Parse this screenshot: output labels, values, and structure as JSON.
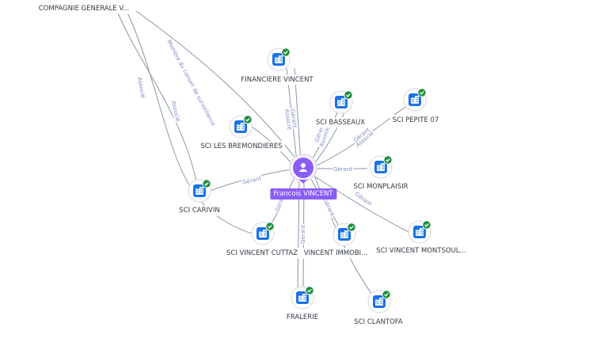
{
  "colors": {
    "company_icon": "#1a73e8",
    "check_badge": "#1e8e3e",
    "person": "#8b5cf6",
    "edge": "#8a96a8",
    "edge_label": "#7f8cc4"
  },
  "icons": {
    "company": "building-icon",
    "verified": "check-badge-icon",
    "person": "person-icon"
  },
  "person": {
    "label": "Francois VINCENT"
  },
  "companies": [
    {
      "id": "compagnie",
      "label": "COMPAGNIE GENERALE V..."
    },
    {
      "id": "financiere",
      "label": "FINANCIERE VINCENT"
    },
    {
      "id": "basseaux",
      "label": "SCI BASSEAUX"
    },
    {
      "id": "pepite",
      "label": "SCI PEPITE 07"
    },
    {
      "id": "bremondieres",
      "label": "SCI LES BREMONDIERES"
    },
    {
      "id": "monplaisir",
      "label": "SCI MONPLAISIR"
    },
    {
      "id": "carivin",
      "label": "SCI CARIVIN"
    },
    {
      "id": "cuttaz",
      "label": "SCI VINCENT CUTTAZ"
    },
    {
      "id": "immobi",
      "label": "VINCENT IMMOBI..."
    },
    {
      "id": "montsoul",
      "label": "SCI VINCENT MONTSOUL..."
    },
    {
      "id": "fralerie",
      "label": "FRALERIE"
    },
    {
      "id": "clantofa",
      "label": "SCI CLANTOFA"
    }
  ],
  "edge_labels": {
    "membre": "Membre du conseil de surveillance",
    "associe": "Associé",
    "gerant": "Gérant"
  }
}
